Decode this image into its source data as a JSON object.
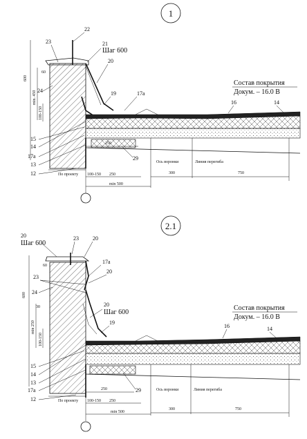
{
  "diagrams": [
    {
      "title": "1",
      "labels": {
        "l22": "22",
        "l23": "23",
        "l21": "21",
        "step": "Шаг 600",
        "l20": "20",
        "l24": "24",
        "l19": "19",
        "l17a_top": "17а",
        "l16": "16",
        "l14_right": "14",
        "l15": "15",
        "l14": "14",
        "l17a": "17а",
        "l13": "13",
        "l12": "12",
        "l29": "29"
      },
      "dims": {
        "d600": "600",
        "d60": "60",
        "dmin450": "min. 450",
        "d100_150v": "100-150",
        "d250": "250",
        "d100_150": "100-150",
        "d250b": "250",
        "dmin500": "min 500",
        "d300": "300",
        "d750": "750"
      },
      "notes": {
        "po_proektu": "По проекту",
        "os_voronki": "Ось воронки",
        "liniya": "Линия перегиба",
        "sostav": "Состав покрытия",
        "dokum": "Докум. – 16.0 В"
      }
    },
    {
      "title": "2.1",
      "labels": {
        "l20_top": "20",
        "step_top": "Шаг 600",
        "l23_top": "23",
        "l20_top2": "20",
        "l17a_top": "17а",
        "l23": "23",
        "l20_mid": "20",
        "l24": "24",
        "l20": "20",
        "step": "Шаг 600",
        "l19": "19",
        "l16": "16",
        "l14_right": "14",
        "l15": "15",
        "l14": "14",
        "l13": "13",
        "l17a": "17а",
        "l12": "12",
        "l29": "29"
      },
      "dims": {
        "d600": "600",
        "d60": "60",
        "d30": "30",
        "dmin250": "min 250",
        "d100_150v": "100-150",
        "d250": "250",
        "d100_150": "100-150",
        "d250b": "250",
        "dmin500": "min 500",
        "d300": "300",
        "d750": "750"
      },
      "notes": {
        "po_proektu": "По проекту",
        "os_voronki": "Ось воронки",
        "liniya": "Линия перегиба",
        "sostav": "Состав покрытия",
        "dokum": "Докум. – 16.0 В"
      }
    }
  ]
}
